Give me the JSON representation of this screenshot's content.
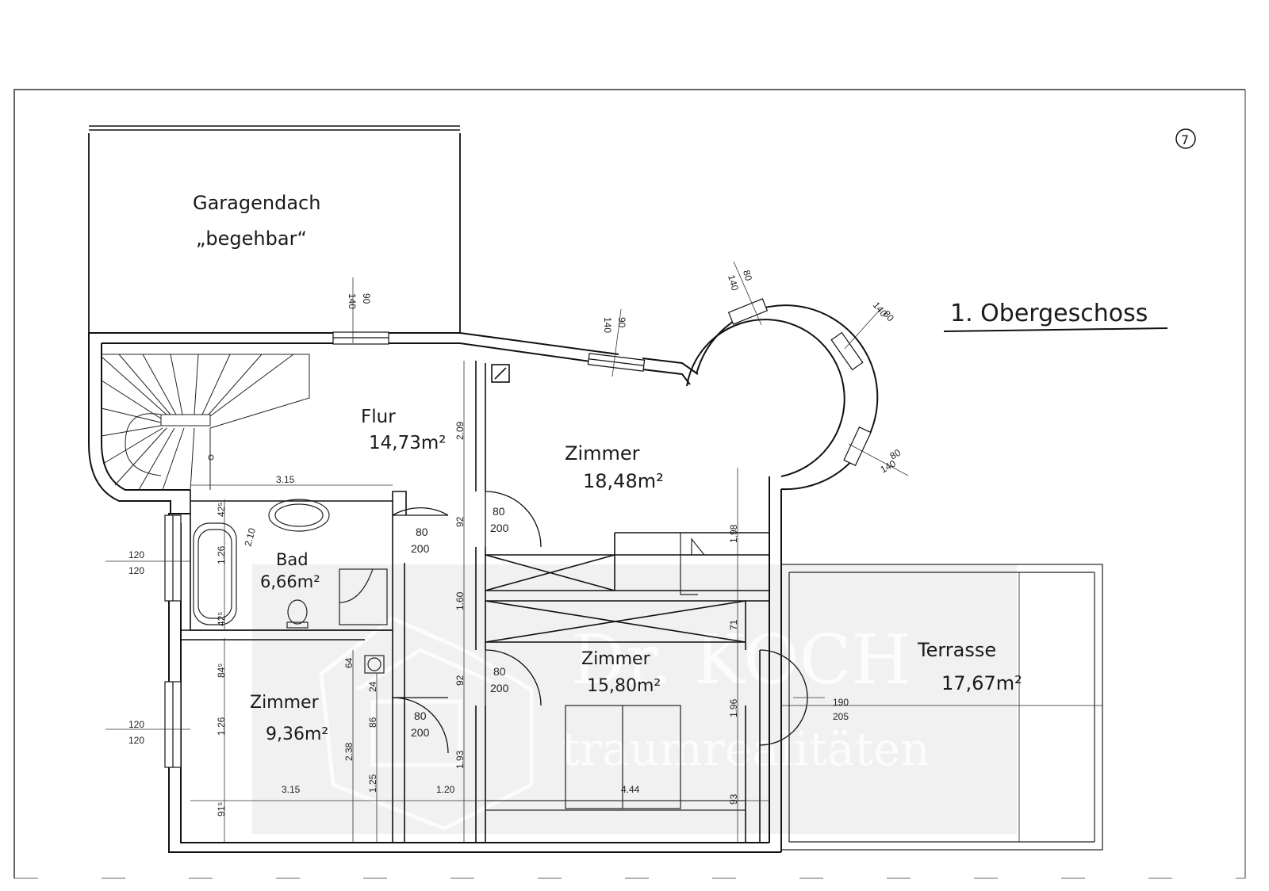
{
  "title": "1. Obergeschoss",
  "page_mark": "7",
  "watermark": {
    "line1": "Dr. KOCH",
    "line2": "traumrealitäten"
  },
  "rooms": {
    "garage": {
      "name": "Garagendach",
      "note": "„begehbar“"
    },
    "flur": {
      "name": "Flur",
      "area": "14,73m²"
    },
    "zimmer_tower": {
      "name": "Zimmer",
      "area": "18,48m²"
    },
    "bad": {
      "name": "Bad",
      "area": "6,66m²"
    },
    "zimmer_mid": {
      "name": "Zimmer",
      "area": "15,80m²"
    },
    "zimmer_left": {
      "name": "Zimmer",
      "area": "9,36m²"
    },
    "terrasse": {
      "name": "Terrasse",
      "area": "17,67m²"
    }
  },
  "dimensions": {
    "win_left_top": [
      "120",
      "120"
    ],
    "win_left_bottom": [
      "120",
      "120"
    ],
    "win_top_1": [
      "140",
      "90"
    ],
    "win_top_2": [
      "140",
      "90"
    ],
    "win_tower_1": [
      "140",
      "80"
    ],
    "win_tower_2": [
      "140",
      "80"
    ],
    "win_tower_3": [
      "80",
      "140"
    ],
    "door_bad": [
      "80",
      "200"
    ],
    "door_tower": [
      "80",
      "200"
    ],
    "door_mid": [
      "80",
      "200"
    ],
    "door_left": [
      "80",
      "200"
    ],
    "door_terrace": [
      "190",
      "205"
    ],
    "len_315_top": "3.15",
    "len_315_bottom": "3.15",
    "len_120": "1.20",
    "len_444": "4.44",
    "v_209": "2.09",
    "v_92_a": "92",
    "v_160": "1.60",
    "v_92_b": "92",
    "v_193": "1.93",
    "v_198": "1.98",
    "v_71": "71",
    "v_196": "1.96",
    "v_93": "93",
    "v_42_top": "42⁵",
    "v_126_bad": "1.26",
    "v_42_bottom": "42⁵",
    "v_210": "2.10",
    "v_84": "84⁵",
    "v_126_zim": "1.26",
    "v_91": "91⁵",
    "v_64": "64",
    "v_24": "24",
    "v_86": "86",
    "v_238": "2.38",
    "v_125": "1.25"
  }
}
